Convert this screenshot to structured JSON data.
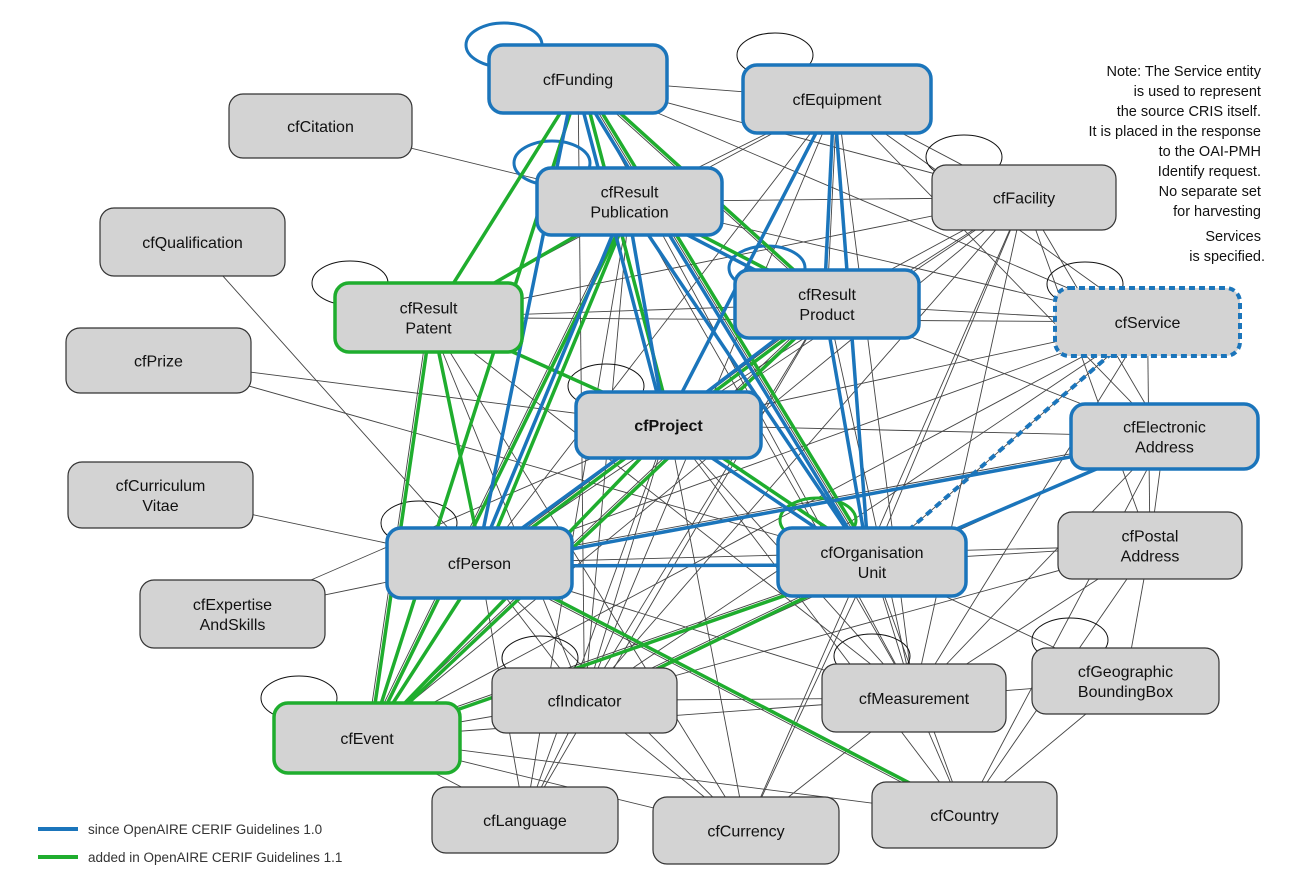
{
  "diagram": {
    "colors": {
      "node_fill": "#d3d3d3",
      "node_border_plain": "#333333",
      "blue": "#1b75bb",
      "green": "#1fad2e",
      "thin_link": "#444444"
    },
    "nodes": [
      {
        "id": "funding",
        "lines": [
          "cfFunding"
        ],
        "style": "blue",
        "name": "node-cf-funding"
      },
      {
        "id": "equipment",
        "lines": [
          "cfEquipment"
        ],
        "style": "blue",
        "name": "node-cf-equipment"
      },
      {
        "id": "citation",
        "lines": [
          "cfCitation"
        ],
        "style": "plain",
        "name": "node-cf-citation"
      },
      {
        "id": "publication",
        "lines": [
          "cfResult",
          "Publication"
        ],
        "style": "blue",
        "name": "node-cf-result-publication"
      },
      {
        "id": "facility",
        "lines": [
          "cfFacility"
        ],
        "style": "plain",
        "name": "node-cf-facility"
      },
      {
        "id": "qualification",
        "lines": [
          "cfQualification"
        ],
        "style": "plain",
        "name": "node-cf-qualification"
      },
      {
        "id": "patent",
        "lines": [
          "cfResult",
          "Patent"
        ],
        "style": "green",
        "name": "node-cf-result-patent"
      },
      {
        "id": "product",
        "lines": [
          "cfResult",
          "Product"
        ],
        "style": "blue",
        "name": "node-cf-result-product"
      },
      {
        "id": "service",
        "lines": [
          "cfService"
        ],
        "style": "dashed",
        "name": "node-cf-service"
      },
      {
        "id": "prize",
        "lines": [
          "cfPrize"
        ],
        "style": "plain",
        "name": "node-cf-prize"
      },
      {
        "id": "project",
        "lines": [
          "cfProject"
        ],
        "style": "blue-bold",
        "name": "node-cf-project"
      },
      {
        "id": "eaddress",
        "lines": [
          "cfElectronic",
          "Address"
        ],
        "style": "blue",
        "name": "node-cf-electronic-address"
      },
      {
        "id": "cv",
        "lines": [
          "cfCurriculum",
          "Vitae"
        ],
        "style": "plain",
        "name": "node-cf-curriculum-vitae"
      },
      {
        "id": "person",
        "lines": [
          "cfPerson"
        ],
        "style": "blue",
        "name": "node-cf-person"
      },
      {
        "id": "orgunit",
        "lines": [
          "cfOrganisation",
          "Unit"
        ],
        "style": "blue",
        "name": "node-cf-organisation-unit"
      },
      {
        "id": "paddress",
        "lines": [
          "cfPostal",
          "Address"
        ],
        "style": "plain",
        "name": "node-cf-postal-address"
      },
      {
        "id": "expertise",
        "lines": [
          "cfExpertise",
          "AndSkills"
        ],
        "style": "plain",
        "name": "node-cf-expertise-and-skills"
      },
      {
        "id": "geo",
        "lines": [
          "cfGeographic",
          "BoundingBox"
        ],
        "style": "plain",
        "name": "node-cf-geographic-bounding-box"
      },
      {
        "id": "indicator",
        "lines": [
          "cfIndicator"
        ],
        "style": "plain",
        "name": "node-cf-indicator"
      },
      {
        "id": "measurement",
        "lines": [
          "cfMeasurement"
        ],
        "style": "plain",
        "name": "node-cf-measurement"
      },
      {
        "id": "event",
        "lines": [
          "cfEvent"
        ],
        "style": "green",
        "name": "node-cf-event"
      },
      {
        "id": "language",
        "lines": [
          "cfLanguage"
        ],
        "style": "plain",
        "name": "node-cf-language"
      },
      {
        "id": "currency",
        "lines": [
          "cfCurrency"
        ],
        "style": "plain",
        "name": "node-cf-currency"
      },
      {
        "id": "country",
        "lines": [
          "cfCountry"
        ],
        "style": "plain",
        "name": "node-cf-country"
      }
    ],
    "links": {
      "thin": [
        [
          "citation",
          "publication"
        ],
        [
          "qualification",
          "person"
        ],
        [
          "prize",
          "project"
        ],
        [
          "prize",
          "orgunit"
        ],
        [
          "cv",
          "person"
        ],
        [
          "expertise",
          "person"
        ],
        [
          "expertise",
          "project"
        ],
        [
          "funding",
          "equipment"
        ],
        [
          "funding",
          "facility"
        ],
        [
          "funding",
          "product"
        ],
        [
          "funding",
          "service"
        ],
        [
          "funding",
          "orgunit"
        ],
        [
          "funding",
          "measurement"
        ],
        [
          "funding",
          "indicator"
        ],
        [
          "equipment",
          "publication"
        ],
        [
          "equipment",
          "patent"
        ],
        [
          "equipment",
          "product"
        ],
        [
          "equipment",
          "person"
        ],
        [
          "equipment",
          "facility"
        ],
        [
          "equipment",
          "indicator"
        ],
        [
          "equipment",
          "measurement"
        ],
        [
          "equipment",
          "eaddress"
        ],
        [
          "equipment",
          "service"
        ],
        [
          "publication",
          "facility"
        ],
        [
          "publication",
          "service"
        ],
        [
          "publication",
          "indicator"
        ],
        [
          "publication",
          "measurement"
        ],
        [
          "publication",
          "language"
        ],
        [
          "publication",
          "event"
        ],
        [
          "facility",
          "patent"
        ],
        [
          "facility",
          "product"
        ],
        [
          "facility",
          "project"
        ],
        [
          "facility",
          "person"
        ],
        [
          "facility",
          "orgunit"
        ],
        [
          "facility",
          "measurement"
        ],
        [
          "facility",
          "indicator"
        ],
        [
          "facility",
          "eaddress"
        ],
        [
          "facility",
          "paddress"
        ],
        [
          "facility",
          "event"
        ],
        [
          "facility",
          "currency"
        ],
        [
          "patent",
          "product"
        ],
        [
          "patent",
          "service"
        ],
        [
          "patent",
          "indicator"
        ],
        [
          "patent",
          "measurement"
        ],
        [
          "patent",
          "event"
        ],
        [
          "patent",
          "currency"
        ],
        [
          "product",
          "service"
        ],
        [
          "product",
          "eaddress"
        ],
        [
          "product",
          "measurement"
        ],
        [
          "product",
          "indicator"
        ],
        [
          "product",
          "event"
        ],
        [
          "product",
          "language"
        ],
        [
          "product",
          "person"
        ],
        [
          "service",
          "person"
        ],
        [
          "service",
          "orgunit"
        ],
        [
          "service",
          "paddress"
        ],
        [
          "service",
          "measurement"
        ],
        [
          "service",
          "indicator"
        ],
        [
          "service",
          "project"
        ],
        [
          "service",
          "event"
        ],
        [
          "project",
          "indicator"
        ],
        [
          "project",
          "measurement"
        ],
        [
          "project",
          "currency"
        ],
        [
          "project",
          "language"
        ],
        [
          "project",
          "country"
        ],
        [
          "project",
          "eaddress"
        ],
        [
          "eaddress",
          "paddress"
        ],
        [
          "eaddress",
          "measurement"
        ],
        [
          "eaddress",
          "indicator"
        ],
        [
          "eaddress",
          "country"
        ],
        [
          "eaddress",
          "person"
        ],
        [
          "person",
          "indicator"
        ],
        [
          "person",
          "measurement"
        ],
        [
          "person",
          "language"
        ],
        [
          "person",
          "currency"
        ],
        [
          "person",
          "country"
        ],
        [
          "person",
          "paddress"
        ],
        [
          "orgunit",
          "paddress"
        ],
        [
          "orgunit",
          "indicator"
        ],
        [
          "orgunit",
          "measurement"
        ],
        [
          "orgunit",
          "currency"
        ],
        [
          "orgunit",
          "country"
        ],
        [
          "orgunit",
          "geo"
        ],
        [
          "orgunit",
          "event"
        ],
        [
          "paddress",
          "geo"
        ],
        [
          "paddress",
          "country"
        ],
        [
          "paddress",
          "measurement"
        ],
        [
          "paddress",
          "indicator"
        ],
        [
          "geo",
          "measurement"
        ],
        [
          "geo",
          "country"
        ],
        [
          "indicator",
          "measurement"
        ],
        [
          "indicator",
          "language"
        ],
        [
          "indicator",
          "currency"
        ],
        [
          "indicator",
          "event"
        ],
        [
          "measurement",
          "event"
        ],
        [
          "measurement",
          "country"
        ],
        [
          "measurement",
          "currency"
        ],
        [
          "event",
          "country"
        ],
        [
          "event",
          "language"
        ],
        [
          "event",
          "currency"
        ]
      ],
      "blue": [
        [
          "funding",
          "project"
        ],
        [
          "funding",
          "person"
        ],
        [
          "funding",
          "orgunit"
        ],
        [
          "equipment",
          "project"
        ],
        [
          "equipment",
          "orgunit"
        ],
        [
          "equipment",
          "product"
        ],
        [
          "publication",
          "project"
        ],
        [
          "publication",
          "person"
        ],
        [
          "publication",
          "orgunit"
        ],
        [
          "publication",
          "product"
        ],
        [
          "product",
          "project"
        ],
        [
          "product",
          "orgunit"
        ],
        [
          "project",
          "person"
        ],
        [
          "project",
          "orgunit"
        ],
        [
          "person",
          "orgunit"
        ],
        [
          "person",
          "eaddress"
        ],
        [
          "orgunit",
          "eaddress"
        ]
      ],
      "blue_dashed": [
        [
          "orgunit",
          "service"
        ]
      ],
      "green": [
        [
          "funding",
          "patent"
        ],
        [
          "funding",
          "event"
        ],
        [
          "funding",
          "project"
        ],
        [
          "funding",
          "orgunit"
        ],
        [
          "publication",
          "patent"
        ],
        [
          "publication",
          "event"
        ],
        [
          "publication",
          "person"
        ],
        [
          "publication",
          "product"
        ],
        [
          "patent",
          "project"
        ],
        [
          "patent",
          "event"
        ],
        [
          "patent",
          "person"
        ],
        [
          "product",
          "event"
        ],
        [
          "product",
          "person"
        ],
        [
          "project",
          "event"
        ],
        [
          "project",
          "orgunit"
        ],
        [
          "person",
          "event"
        ],
        [
          "person",
          "country"
        ],
        [
          "orgunit",
          "event"
        ],
        [
          "orgunit",
          "indicator"
        ],
        [
          "funding",
          "product"
        ]
      ]
    },
    "self_loops": [
      "funding",
      "equipment",
      "publication",
      "facility",
      "patent",
      "product",
      "service",
      "project",
      "person",
      "orgunit",
      "measurement",
      "geo",
      "indicator",
      "event"
    ],
    "note_lines": [
      "Note: The Service entity",
      "is used to represent",
      "the source CRIS itself.",
      "It is placed in the response",
      "to the OAI-PMH",
      "Identify request.",
      "No separate set",
      "for harvesting",
      "Services",
      "is specified."
    ],
    "legend": [
      {
        "label": "since OpenAIRE CERIF Guidelines 1.0",
        "color": "#1b75bb"
      },
      {
        "label": "added in OpenAIRE CERIF Guidelines 1.1",
        "color": "#1fad2e"
      }
    ]
  }
}
